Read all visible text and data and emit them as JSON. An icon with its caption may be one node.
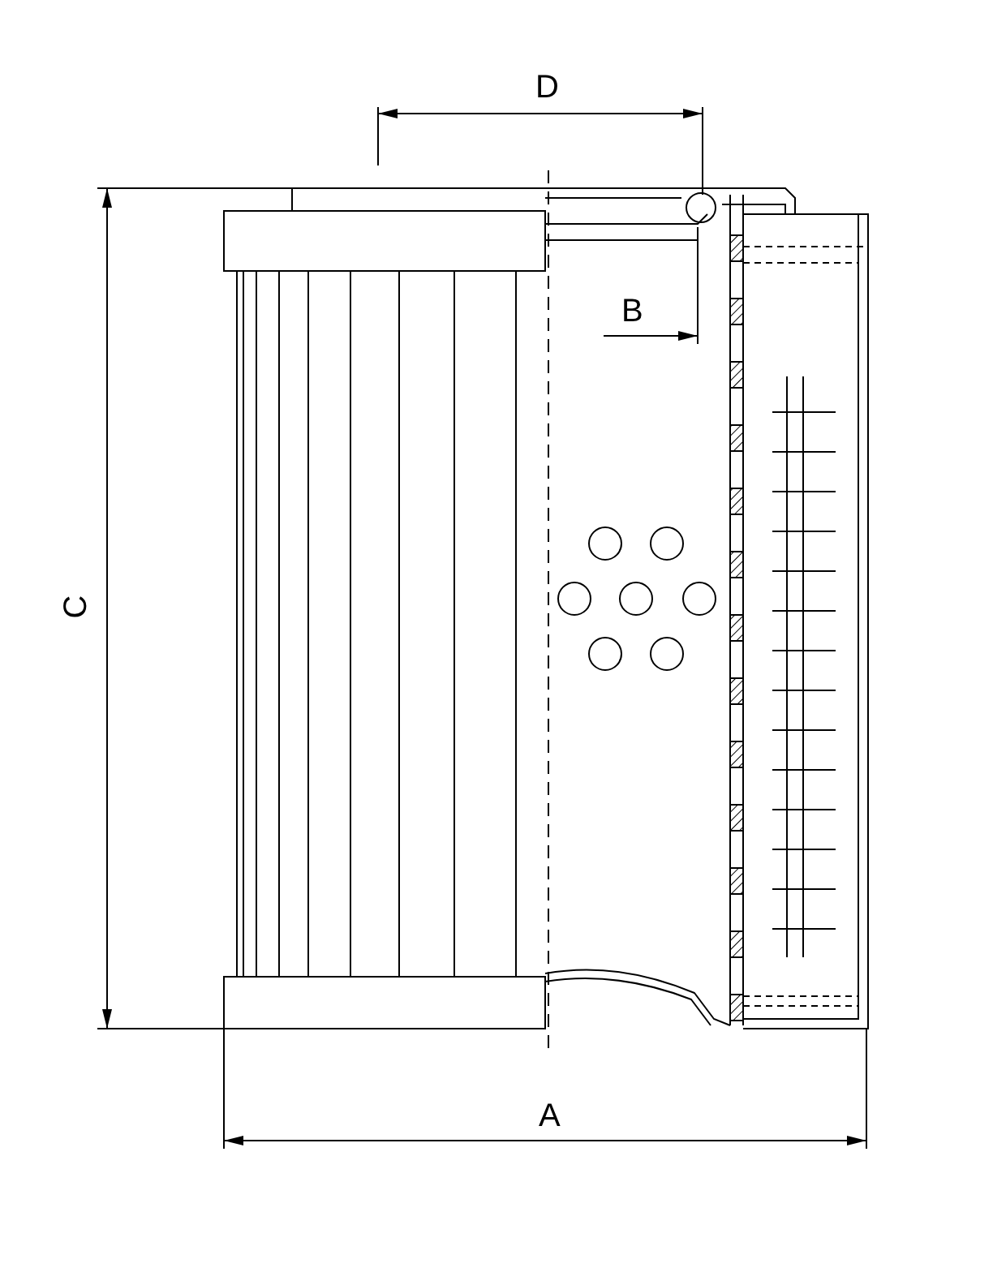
{
  "diagram": {
    "labels": [
      "D",
      "B",
      "C",
      "A"
    ]
  }
}
